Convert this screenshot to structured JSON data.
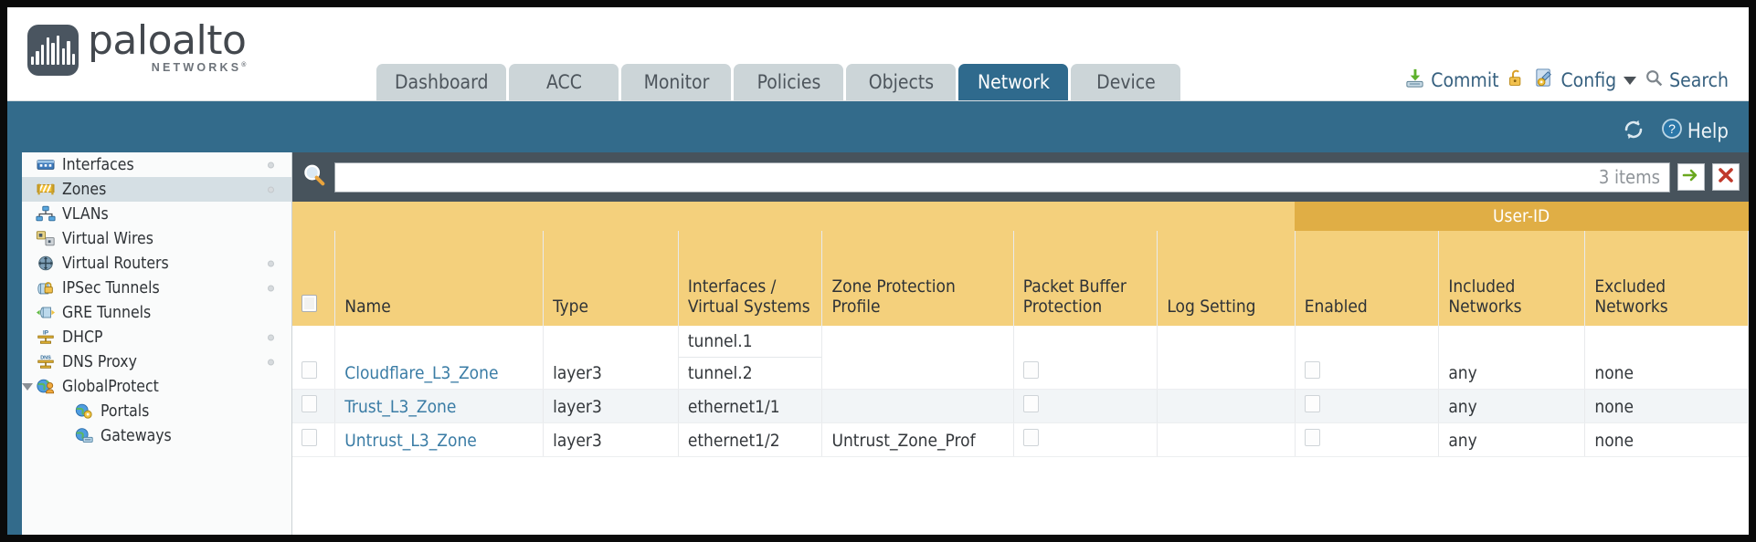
{
  "brand": {
    "name": "paloalto",
    "tagline": "NETWORKS",
    "mark": "paloalto-logo"
  },
  "header": {
    "tabs": [
      {
        "label": "Dashboard",
        "active": false
      },
      {
        "label": "ACC",
        "active": false
      },
      {
        "label": "Monitor",
        "active": false
      },
      {
        "label": "Policies",
        "active": false
      },
      {
        "label": "Objects",
        "active": false
      },
      {
        "label": "Network",
        "active": true
      },
      {
        "label": "Device",
        "active": false
      }
    ],
    "actions": {
      "commit": "Commit",
      "lock": "lock-icon",
      "config": "Config",
      "search": "Search"
    }
  },
  "bluebar": {
    "refresh": "refresh-icon",
    "help": "Help"
  },
  "sidebar": {
    "items": [
      {
        "label": "Interfaces",
        "icon": "interfaces-icon",
        "selected": false,
        "dot": true,
        "child": false,
        "expander": false
      },
      {
        "label": "Zones",
        "icon": "zones-icon",
        "selected": true,
        "dot": true,
        "child": false,
        "expander": false
      },
      {
        "label": "VLANs",
        "icon": "vlans-icon",
        "selected": false,
        "dot": false,
        "child": false,
        "expander": false
      },
      {
        "label": "Virtual Wires",
        "icon": "virtual-wires-icon",
        "selected": false,
        "dot": false,
        "child": false,
        "expander": false
      },
      {
        "label": "Virtual Routers",
        "icon": "virtual-routers-icon",
        "selected": false,
        "dot": true,
        "child": false,
        "expander": false
      },
      {
        "label": "IPSec Tunnels",
        "icon": "ipsec-tunnels-icon",
        "selected": false,
        "dot": true,
        "child": false,
        "expander": false
      },
      {
        "label": "GRE Tunnels",
        "icon": "gre-tunnels-icon",
        "selected": false,
        "dot": false,
        "child": false,
        "expander": false
      },
      {
        "label": "DHCP",
        "icon": "dhcp-icon",
        "selected": false,
        "dot": true,
        "child": false,
        "expander": false
      },
      {
        "label": "DNS Proxy",
        "icon": "dns-proxy-icon",
        "selected": false,
        "dot": true,
        "child": false,
        "expander": false
      },
      {
        "label": "GlobalProtect",
        "icon": "globalprotect-icon",
        "selected": false,
        "dot": false,
        "child": false,
        "expander": true
      },
      {
        "label": "Portals",
        "icon": "portals-icon",
        "selected": false,
        "dot": false,
        "child": true,
        "expander": false
      },
      {
        "label": "Gateways",
        "icon": "gateways-icon",
        "selected": false,
        "dot": false,
        "child": true,
        "expander": false
      }
    ]
  },
  "filterbar": {
    "search_icon": "search-icon",
    "value": "",
    "placeholder": "",
    "item_count": "3 items",
    "apply_icon": "apply-filter-arrow-icon",
    "clear_icon": "clear-filter-x-icon"
  },
  "table": {
    "group_header": {
      "label": "User-ID",
      "span": 3
    },
    "columns": [
      "Name",
      "Type",
      "Interfaces / Virtual Systems",
      "Zone Protection Profile",
      "Packet Buffer Protection",
      "Log Setting",
      "Enabled",
      "Included Networks",
      "Excluded Networks"
    ],
    "rows": [
      {
        "selected": false,
        "name": "Cloudflare_L3_Zone",
        "type": "layer3",
        "interfaces": [
          "tunnel.1",
          "tunnel.2"
        ],
        "zone_protection_profile": "",
        "packet_buffer_protection": false,
        "log_setting": "",
        "userid_enabled": false,
        "included_networks": "any",
        "excluded_networks": "none"
      },
      {
        "selected": false,
        "name": "Trust_L3_Zone",
        "type": "layer3",
        "interfaces": [
          "ethernet1/1"
        ],
        "zone_protection_profile": "",
        "packet_buffer_protection": false,
        "log_setting": "",
        "userid_enabled": false,
        "included_networks": "any",
        "excluded_networks": "none"
      },
      {
        "selected": false,
        "name": "Untrust_L3_Zone",
        "type": "layer3",
        "interfaces": [
          "ethernet1/2"
        ],
        "zone_protection_profile": "Untrust_Zone_Prof",
        "packet_buffer_protection": false,
        "log_setting": "",
        "userid_enabled": false,
        "included_networks": "any",
        "excluded_networks": "none"
      }
    ]
  },
  "colors": {
    "brand_blue": "#336b8b",
    "tab_inactive": "#ccd5d8",
    "table_header_gold": "#f4d07c",
    "group_header_gold": "#e0ae45",
    "link_blue": "#3a7ca5",
    "panel_dark": "#47535c"
  }
}
